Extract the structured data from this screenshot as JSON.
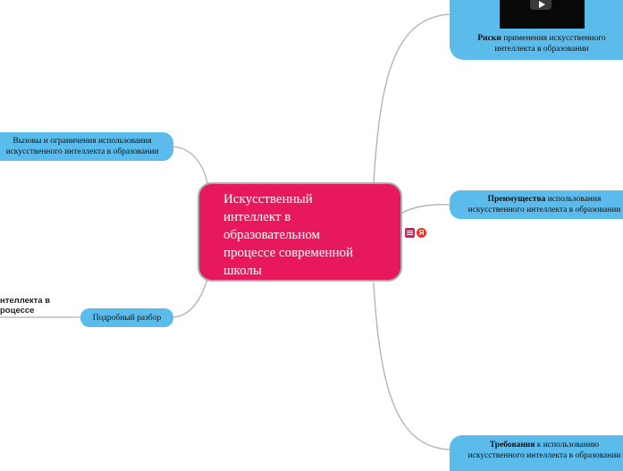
{
  "central": {
    "title": "Искусственный интеллект в образовательном процессе современной школы"
  },
  "nodes": {
    "risks": {
      "bold": "Риски",
      "rest": " применения искусственного интеллекта в образовании"
    },
    "challenges": {
      "line1": "Вызовы и ограничения использования",
      "line2": "искусственного интеллекта в образовании"
    },
    "advantages": {
      "bold": "Преимущества",
      "rest": " использования искусственного интеллекта в образовании"
    },
    "detailed": {
      "label": "Подробный разбор"
    },
    "requirements": {
      "bold": "Требования",
      "rest": " к использованию искусственного интеллекта в образовании"
    }
  },
  "floating_text": {
    "line1": "нтеллекта в",
    "line2": "роцессе"
  },
  "icons": {
    "note": "note-icon",
    "yandex": "yandex-icon",
    "play": "play-icon"
  },
  "colors": {
    "central": "#e8185c",
    "subtopic": "#5bbcec",
    "connector": "#b0b0b0"
  }
}
